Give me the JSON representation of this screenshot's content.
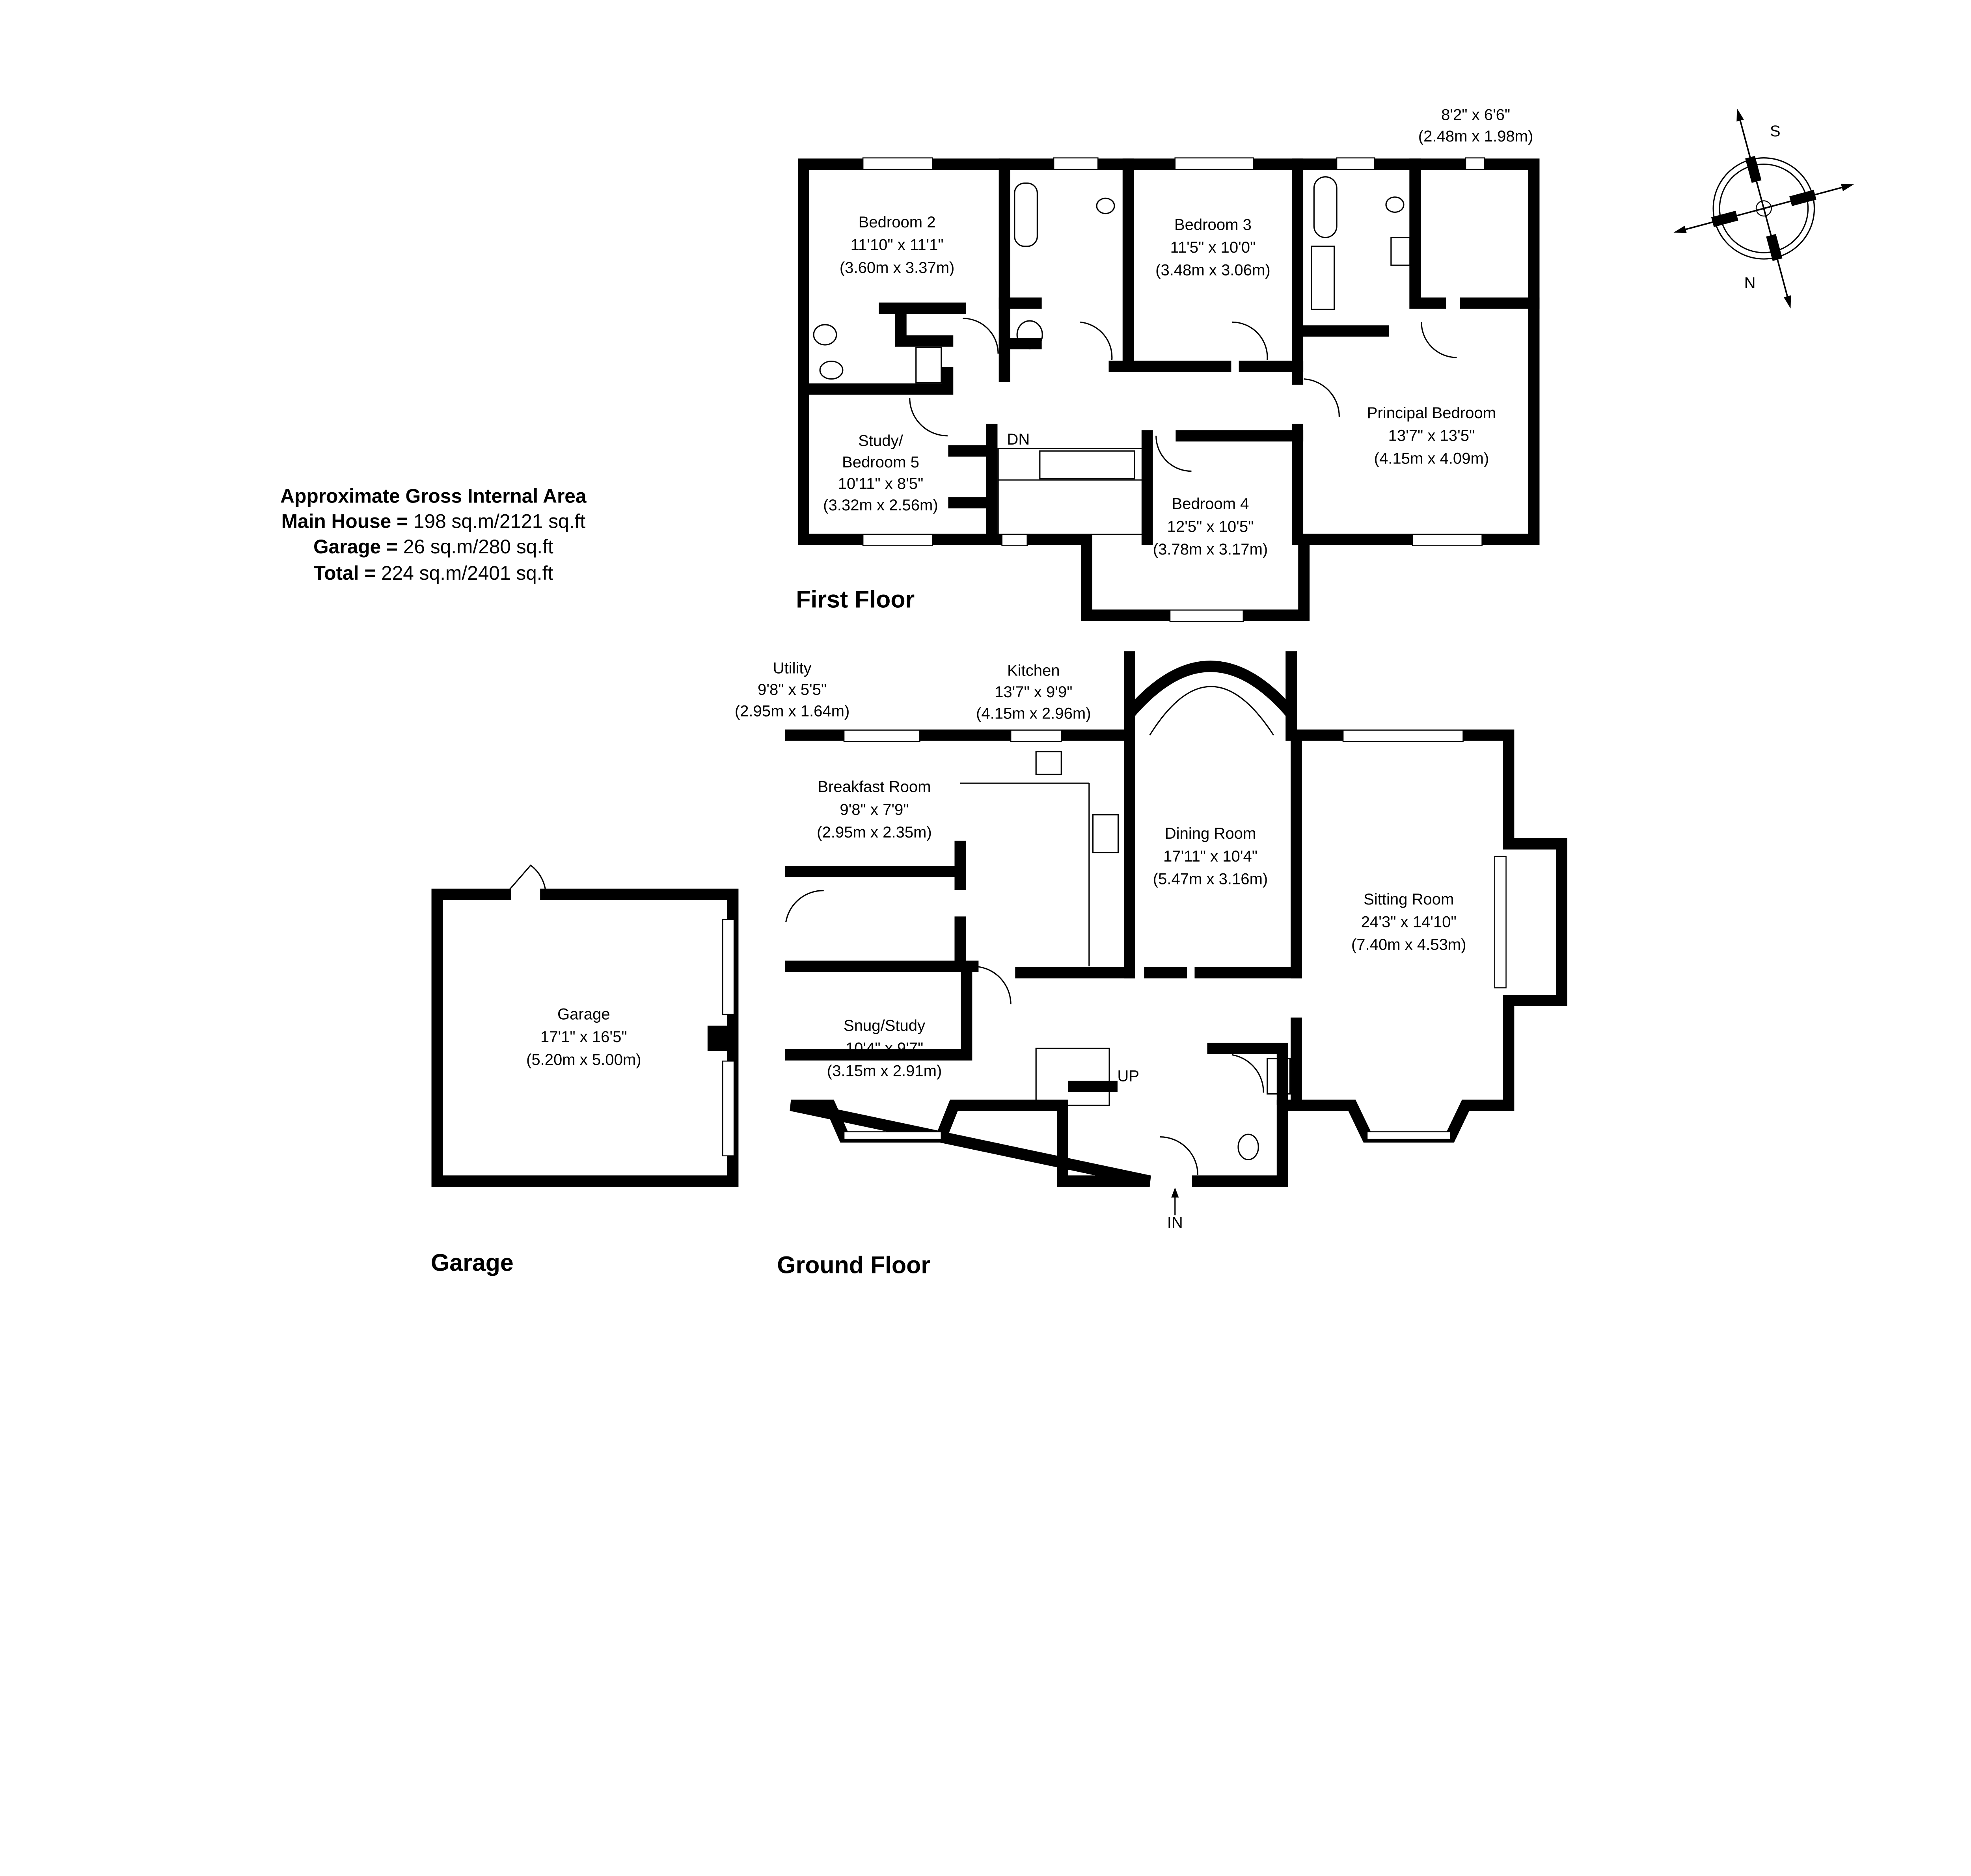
{
  "area_summary": {
    "heading": "Approximate Gross Internal Area",
    "main_house_label": "Main House =",
    "main_house_value": "198 sq.m/2121 sq.ft",
    "garage_label": "Garage =",
    "garage_value": "26 sq.m/280 sq.ft",
    "total_label": "Total =",
    "total_value": "224 sq.m/2401 sq.ft"
  },
  "first_floor": {
    "title": "First Floor",
    "stairs_label": "DN",
    "rooms": [
      {
        "name": "Bedroom 2",
        "imperial": "11'10\" x 11'1\"",
        "metric": "(3.60m x 3.37m)"
      },
      {
        "name": "Bedroom 3",
        "imperial": "11'5\" x 10'0\"",
        "metric": "(3.48m x 3.06m)"
      },
      {
        "name": "",
        "imperial": "8'2\" x 6'6\"",
        "metric": "(2.48m x 1.98m)"
      },
      {
        "name": "Principal Bedroom",
        "imperial": "13'7\" x 13'5\"",
        "metric": "(4.15m x 4.09m)"
      },
      {
        "name": "Study/",
        "name2": "Bedroom 5",
        "imperial": "10'11\" x 8'5\"",
        "metric": "(3.32m x 2.56m)"
      },
      {
        "name": "Bedroom 4",
        "imperial": "12'5\" x 10'5\"",
        "metric": "(3.78m x 3.17m)"
      }
    ]
  },
  "ground_floor": {
    "title": "Ground Floor",
    "stairs_label": "UP",
    "entrance_label": "IN",
    "rooms": [
      {
        "name": "Utility",
        "imperial": "9'8\" x 5'5\"",
        "metric": "(2.95m x 1.64m)"
      },
      {
        "name": "Kitchen",
        "imperial": "13'7\" x 9'9\"",
        "metric": "(4.15m x 2.96m)"
      },
      {
        "name": "Breakfast Room",
        "imperial": "9'8\" x 7'9\"",
        "metric": "(2.95m x 2.35m)"
      },
      {
        "name": "Dining Room",
        "imperial": "17'11\" x 10'4\"",
        "metric": "(5.47m x 3.16m)"
      },
      {
        "name": "Sitting Room",
        "imperial": "24'3\" x 14'10\"",
        "metric": "(7.40m x  4.53m)"
      },
      {
        "name": "Snug/Study",
        "imperial": "10'4\" x 9'7\"",
        "metric": "(3.15m x 2.91m)"
      }
    ]
  },
  "garage": {
    "title": "Garage",
    "room": {
      "name": "Garage",
      "imperial": "17'1\" x 16'5\"",
      "metric": "(5.20m x 5.00m)"
    }
  },
  "compass": {
    "north_label": "N",
    "south_label": "S"
  }
}
